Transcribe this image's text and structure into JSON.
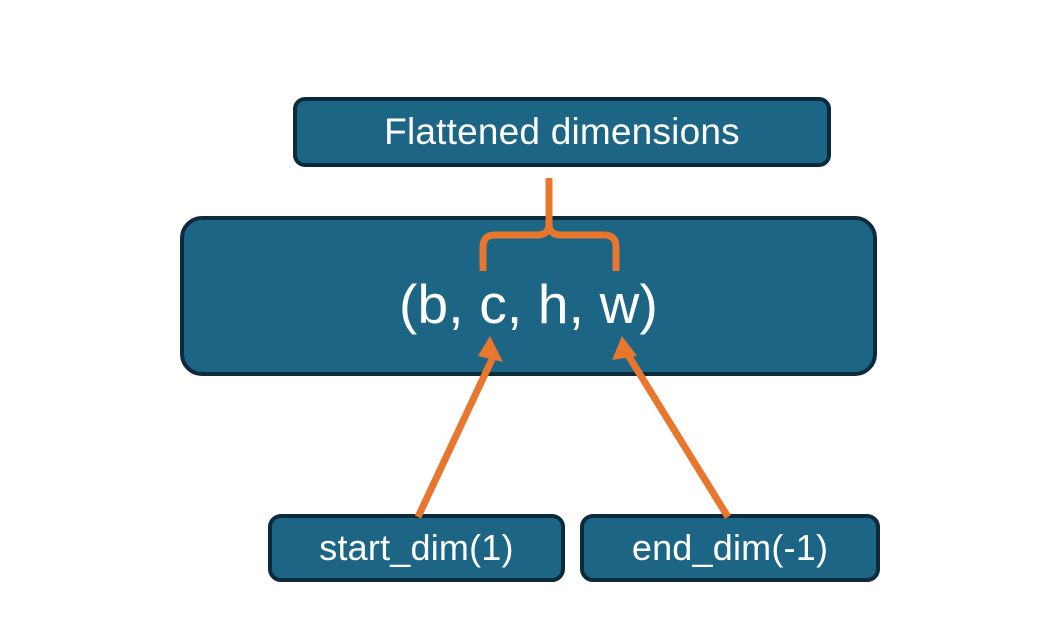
{
  "diagram": {
    "title_node": {
      "label": "Flattened dimensions"
    },
    "shape_node": {
      "label": "(b, c, h, w)"
    },
    "arg_nodes": [
      {
        "label": "start_dim(1)"
      },
      {
        "label": "end_dim(-1)"
      }
    ],
    "connectors": {
      "brace": "curly-brace-up",
      "arrow_left": "arrow-start-dim-to-c",
      "arrow_right": "arrow-end-dim-to-w"
    },
    "colors": {
      "node_fill": "#1d6585",
      "node_border": "#0b2b3c",
      "node_text": "#ffffff",
      "connector": "#e8762c",
      "background": "#ffffff"
    }
  }
}
